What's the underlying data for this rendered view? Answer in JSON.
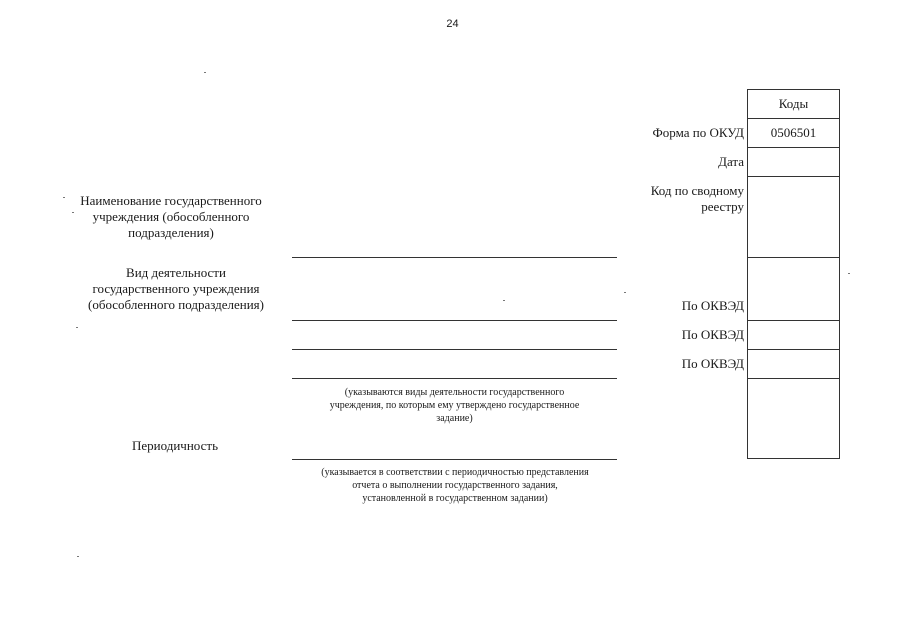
{
  "page_number": "24",
  "codes_table": {
    "header": "Коды",
    "okud_value": "0506501"
  },
  "right_labels": {
    "okud": "Форма по ОКУД",
    "date": "Дата",
    "registry_line1": "Код по сводному",
    "registry_line2": "реестру",
    "okved_1": "По ОКВЭД",
    "okved_2": "По ОКВЭД",
    "okved_3": "По ОКВЭД"
  },
  "left_labels": {
    "institution_line1": "Наименование государственного",
    "institution_line2": "учреждения (обособленного",
    "institution_line3": "подразделения)",
    "activity_line1": "Вид деятельности",
    "activity_line2": "государственного учреждения",
    "activity_line3": "(обособленного подразделения)",
    "periodicity": "Периодичность"
  },
  "notes": {
    "activity_note_line1": "(указываются виды деятельности государственного",
    "activity_note_line2": "учреждения, по которым ему утверждено государственное",
    "activity_note_line3": "задание)",
    "periodicity_note_line1": "(указывается в соответствии с периодичностью представления",
    "periodicity_note_line2": "отчета о выполнении государственного задания,",
    "periodicity_note_line3": "установленной в государственном задании)"
  }
}
